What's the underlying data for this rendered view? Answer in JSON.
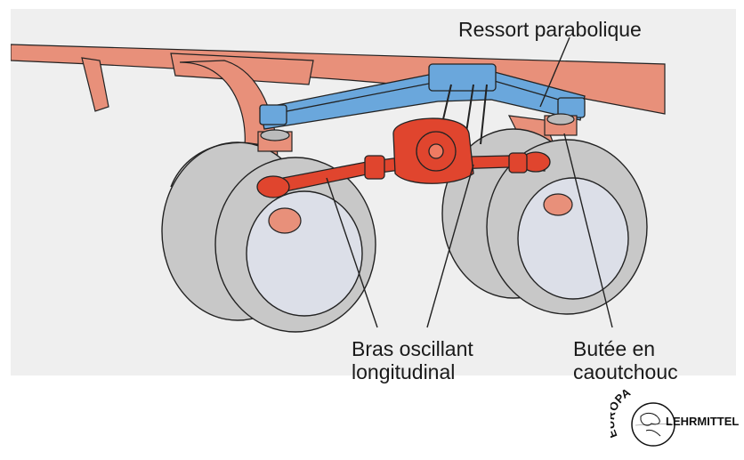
{
  "labels": {
    "spring": "Ressort parabolique",
    "arm_line1": "Bras oscillant",
    "arm_line2": "longitudinal",
    "stop_line1": "Butée en",
    "stop_line2": "caoutchouc"
  },
  "logo": {
    "arc_text": "EUROPA",
    "side_text": "LEHRMITTEL"
  },
  "colors": {
    "background_panel": "#efefef",
    "frame": "#e8907a",
    "tire": "#c8c8c8",
    "rim": "#dcdfe8",
    "spring": "#6aa7dc",
    "arm": "#e0452e",
    "outline": "#222222"
  }
}
